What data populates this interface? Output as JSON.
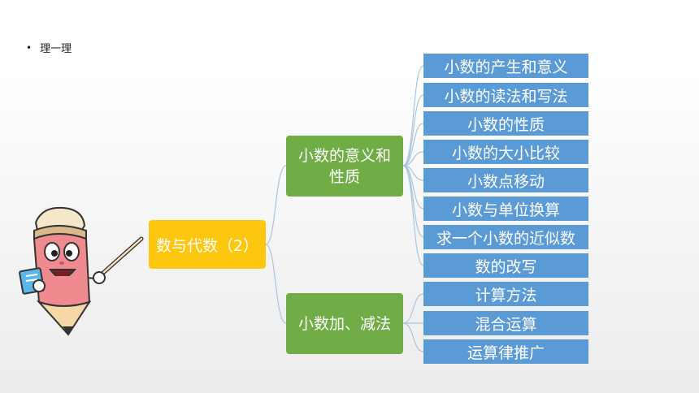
{
  "header": {
    "bullet": "•",
    "title": "理一理"
  },
  "root": {
    "label": "数与代数（2）"
  },
  "branches": [
    {
      "label_lines": [
        "小数的意义和",
        "性质"
      ]
    },
    {
      "label_lines": [
        "小数加、减法"
      ]
    }
  ],
  "leaves": [
    "小数的产生和意义",
    "小数的读法和写法",
    "小数的性质",
    "小数的大小比较",
    "小数点移动",
    "小数与单位换算",
    "求一个小数的近似数",
    "数的改写",
    "计算方法",
    "混合运算",
    "运算律推广"
  ],
  "colors": {
    "root": "#fdc60f",
    "branch": "#70ad47",
    "leaf": "#5b9bd5",
    "connector": "#a9c4df"
  },
  "icons": [
    "pencil-mascot-icon"
  ]
}
